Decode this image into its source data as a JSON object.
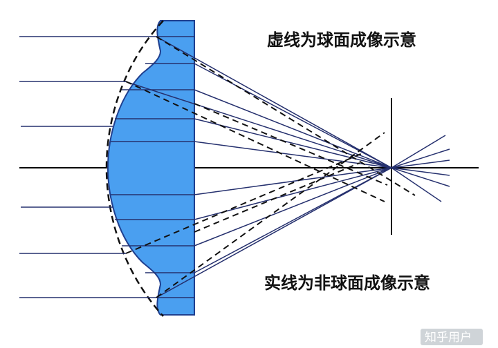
{
  "diagram": {
    "caption_spherical": "虚线为球面成像示意",
    "caption_aspherical": "实线为非球面成像示意",
    "watermark": "知乎用户"
  },
  "colors": {
    "lens_fill": "#4a9ff0",
    "lens_edge": "#1f3f8f",
    "ray": "#25306e",
    "dashed": "#111111",
    "axis": "#000000"
  }
}
